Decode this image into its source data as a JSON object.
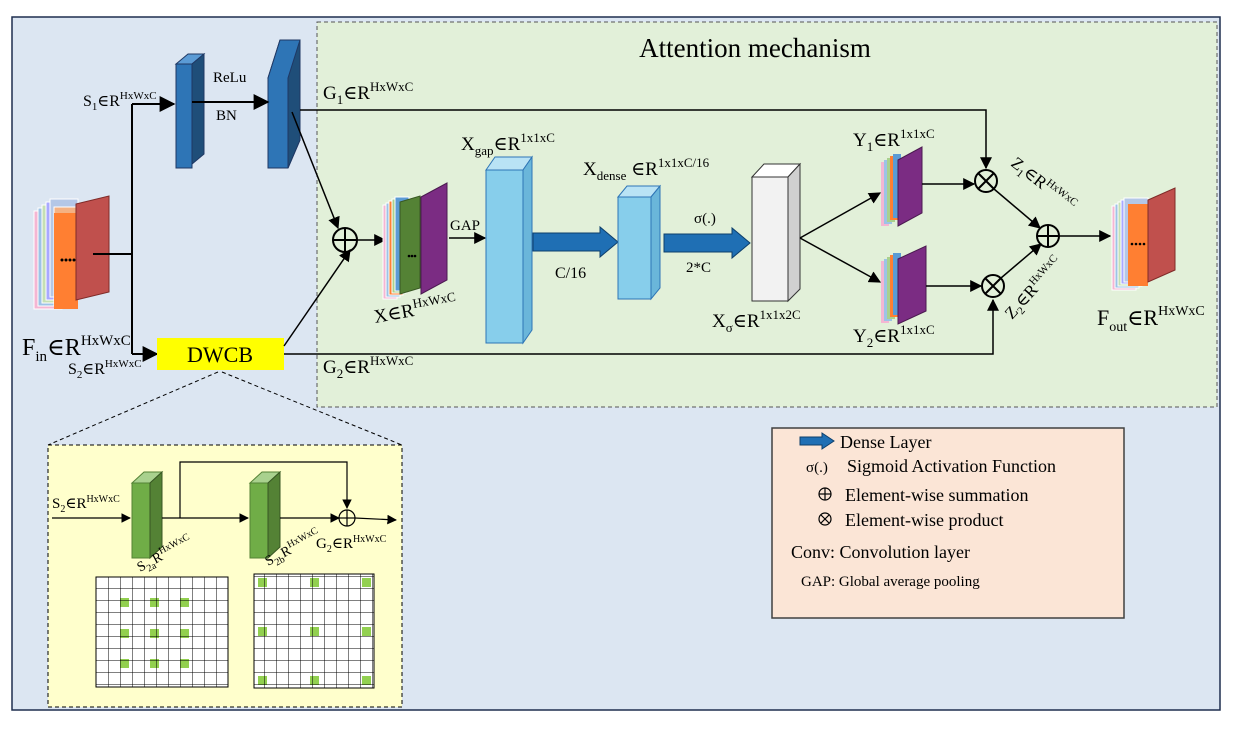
{
  "title": "Attention mechanism",
  "input": {
    "base": "F",
    "sub": "in",
    "mid": "∈R",
    "sup": "HxWxC"
  },
  "output": {
    "base": "F",
    "sub": "out",
    "mid": "∈R",
    "sup": "HxWxC"
  },
  "s1": {
    "base": "S",
    "sub": "1",
    "mid": "∈R",
    "sup": "HxWxC"
  },
  "s2": {
    "base": "S",
    "sub": "2",
    "mid": "∈R",
    "sup": "HxWxC"
  },
  "g1": {
    "base": "G",
    "sub": "1",
    "mid": "∈R",
    "sup": "HxWxC"
  },
  "g2": {
    "base": "G",
    "sub": "2",
    "mid": "∈R",
    "sup": "HxWxC"
  },
  "relu": "ReLu",
  "bn": "BN",
  "dwcb": "DWCB",
  "x": {
    "base": "X",
    "mid": "∈R",
    "sup": "HxWxC"
  },
  "gap": "GAP",
  "xgap": {
    "base": "X",
    "sub": "gap",
    "mid": "∈R",
    "sup": "1x1xC"
  },
  "xdense": {
    "base": "X",
    "sub": "dense",
    "mid": " ∈R",
    "sup": "1x1xC/16"
  },
  "c16": "C/16",
  "sigma": "σ(.)",
  "twoC": "2*C",
  "xsigma": {
    "base": "X",
    "sub": "σ",
    "mid": "∈R",
    "sup": "1x1x2C"
  },
  "y1": {
    "base": "Y",
    "sub": "1",
    "mid": "∈R",
    "sup": "1x1xC"
  },
  "y2": {
    "base": "Y",
    "sub": "2",
    "mid": "∈R",
    "sup": "1x1xC"
  },
  "z1": {
    "base": "Z",
    "sub": "1",
    "mid": "∈R",
    "sup": "HxWxC"
  },
  "z2": {
    "base": "Z",
    "sub": "2",
    "mid": "∈R",
    "sup": "HxWxC"
  },
  "dwcb_detail": {
    "s2_in": {
      "base": "S",
      "sub": "2",
      "mid": "∈R",
      "sup": "HxWxC"
    },
    "s2a": {
      "base": "S",
      "sub": "2a",
      "mid": "R",
      "sup": "HxWxC"
    },
    "s2b": {
      "base": "S",
      "sub": "2b",
      "mid": "R",
      "sup": "HxWxC"
    },
    "g2_out": {
      "base": "G",
      "sub": "2",
      "mid": "∈R",
      "sup": "HxWxC"
    }
  },
  "legend": {
    "dense": "Dense Layer",
    "sigma_symbol": "σ(.)",
    "sigma_text": "Sigmoid Activation Function",
    "sum_text": "Element-wise summation",
    "prod_text": "Element-wise product",
    "conv_text": "Conv: Convolution layer",
    "gap_text": "GAP: Global average pooling"
  },
  "colors": {
    "outer_bg": "#dce6f2",
    "attention_bg": "#e2f0d9",
    "dwcb_bg": "#ffff99",
    "detail_bg": "#ffffcc",
    "legend_bg": "#fbe5d6",
    "conv_blue": "#2e75b6",
    "light_blue": "#87ceeb",
    "dense_arrow": "#1f6fb4",
    "green_block": "#70ad47"
  }
}
